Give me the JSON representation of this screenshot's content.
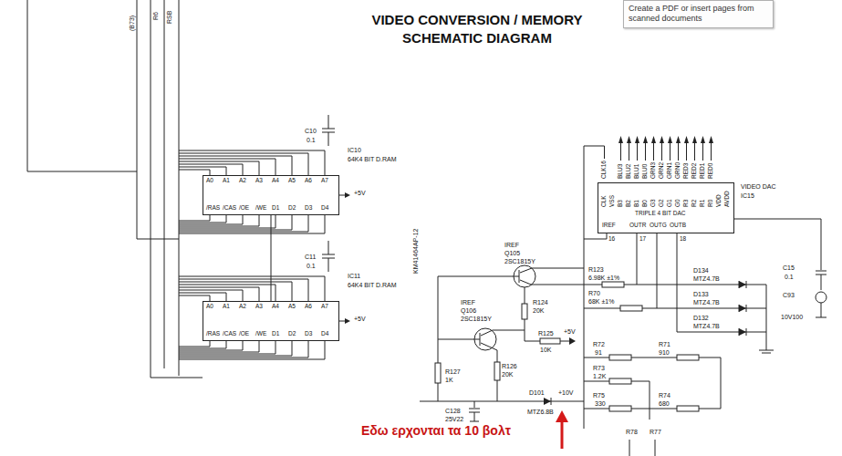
{
  "diagram": {
    "title": "VIDEO CONVERSION / MEMORY SCHEMATIC DIAGRAM",
    "nodes": [
      {
        "text": [
          "Create a PDF or insert pages from scanned documents"
        ]
      },
      {
        "text": [
          "IC10",
          "64K4 BIT D.RAM"
        ]
      },
      {
        "text": [
          "IC11",
          "64K4 BIT D.RAM"
        ]
      },
      {
        "text": [
          "VIDEO DAC",
          "IC15",
          "TRIPLE 4 BIT DAC"
        ]
      }
    ],
    "edges": [
      {
        "from": 1,
        "to": 2,
        "arrow": "none"
      }
    ],
    "labels": [
      "(B73)",
      "R6",
      "RSB",
      "C10",
      "0.1",
      "A0",
      "A1",
      "A2",
      "A3",
      "A4",
      "A5",
      "A6",
      "A7",
      "/RAS",
      "/CAS",
      "/OE",
      "/WE",
      "D1",
      "D2",
      "D3",
      "D4",
      "+5V",
      "KM41464AP-12",
      "+5V",
      "A0",
      "A1",
      "A2",
      "A3",
      "A4",
      "A5",
      "A6",
      "A7",
      "/RAS",
      "/CAS",
      "/OE",
      "/WE",
      "D1",
      "D2",
      "D3",
      "D4",
      "C11",
      "0.1",
      "CLK",
      "VSS",
      "B3",
      "B2",
      "B1",
      "B0",
      "G3",
      "G2",
      "G1",
      "G0",
      "R3",
      "R2",
      "R1",
      "R0",
      "VDD",
      "AVDD",
      "IREF",
      "OUTR",
      "OUTG",
      "OUTB",
      "16",
      "17",
      "18",
      "IREF",
      "Q105",
      "2SC1815Y",
      "R123",
      "6.98K ±1%",
      "R70",
      "68K ±1%",
      "D134",
      "MTZ4.7B",
      "D133",
      "MTZ4.7B",
      "D132",
      "MTZ4.7B",
      "R124",
      "20K",
      "IREF",
      "Q106",
      "2SC1815Y",
      "R125",
      "10K",
      "+5V",
      "R126",
      "20K",
      "R127",
      "1K",
      "C128",
      "25V22",
      "D101",
      "+10V",
      "MTZ6.8B",
      "Εδω ερχονται τα 10 βολτ",
      "C15",
      "0.1",
      "C93",
      "10V100",
      "R72",
      "91",
      "R71",
      "910",
      "R73",
      "1.2K",
      "R75",
      "330",
      "R74",
      "680",
      "R78",
      "R77",
      "CLK16",
      "BLU3",
      "BLU2",
      "BLU1",
      "BLU0",
      "GRN3",
      "GRN2",
      "GRN1",
      "GRN0",
      "RED3",
      "RED2",
      "RED1",
      "RED0"
    ]
  }
}
